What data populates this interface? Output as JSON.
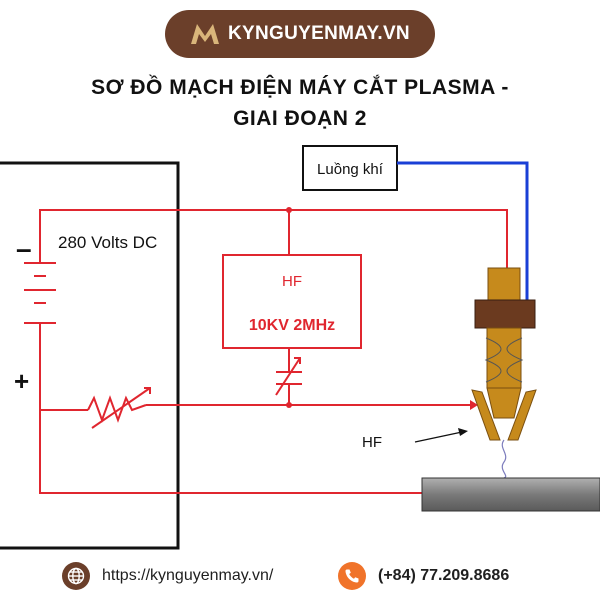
{
  "header": {
    "logo_text": "KYNGUYENMAY.VN",
    "title_line1": "SƠ ĐỒ MẠCH ĐIỆN MÁY CẮT PLASMA -",
    "title_line2": "GIAI ĐOẠN 2"
  },
  "diagram": {
    "gas_label": "Luồng khí",
    "voltage_label": "280 Volts DC",
    "minus_sign": "–",
    "plus_sign": "+",
    "hf_box_label": "HF",
    "hf_box_spec": "10KV  2MHz",
    "hf_arrow_label": "HF",
    "colors": {
      "circuit": "#e0262f",
      "gas_line": "#1a3fd6",
      "frame": "#111111",
      "electrode": "#c68a1c",
      "workpiece": "#8a8a8a"
    }
  },
  "footer": {
    "website": "https://kynguyenmay.vn/",
    "phone": "(+84) 77.209.8686",
    "icon_colors": {
      "globe": "#6b3f2a",
      "phone": "#f0732a"
    }
  }
}
